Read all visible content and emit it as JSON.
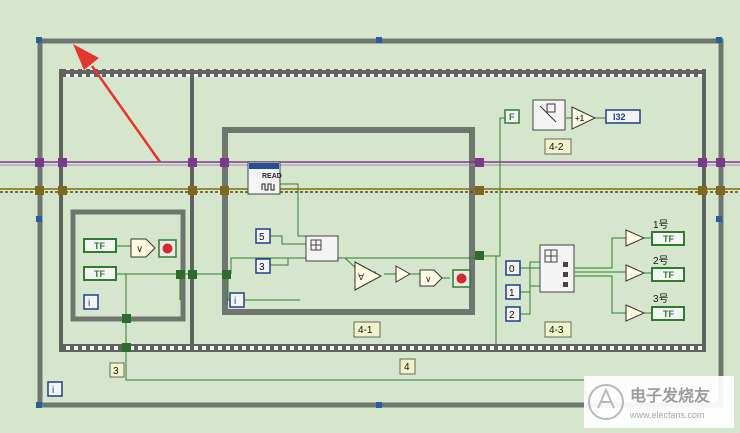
{
  "diagram": {
    "read_label": "READ",
    "const_5": "5",
    "const_3_inner": "3",
    "const_0": "0",
    "const_1": "1",
    "const_2": "2",
    "const_3_outer": "3",
    "frame_4": "4",
    "frame_4_1": "4-1",
    "frame_4_2": "4-2",
    "frame_4_3": "4-3",
    "false_const": "F",
    "i32_label": "I32",
    "plus_one": "+1",
    "tf": "TF",
    "iteration": "i",
    "out_1": "1号",
    "out_2": "2号",
    "out_3": "3号"
  },
  "watermark": {
    "text": "电子发烧友",
    "url": "www.elecfans.com"
  },
  "colors": {
    "background": "#d6e6cc",
    "structure_border": "#6f756f",
    "boolean_wire": "#2e7d2e",
    "error_wire": "#8b6a00",
    "refnum_wire": "#7a3a8c",
    "numeric_blue": "#1f3f8f",
    "annotation_arrow": "#e5362d"
  }
}
